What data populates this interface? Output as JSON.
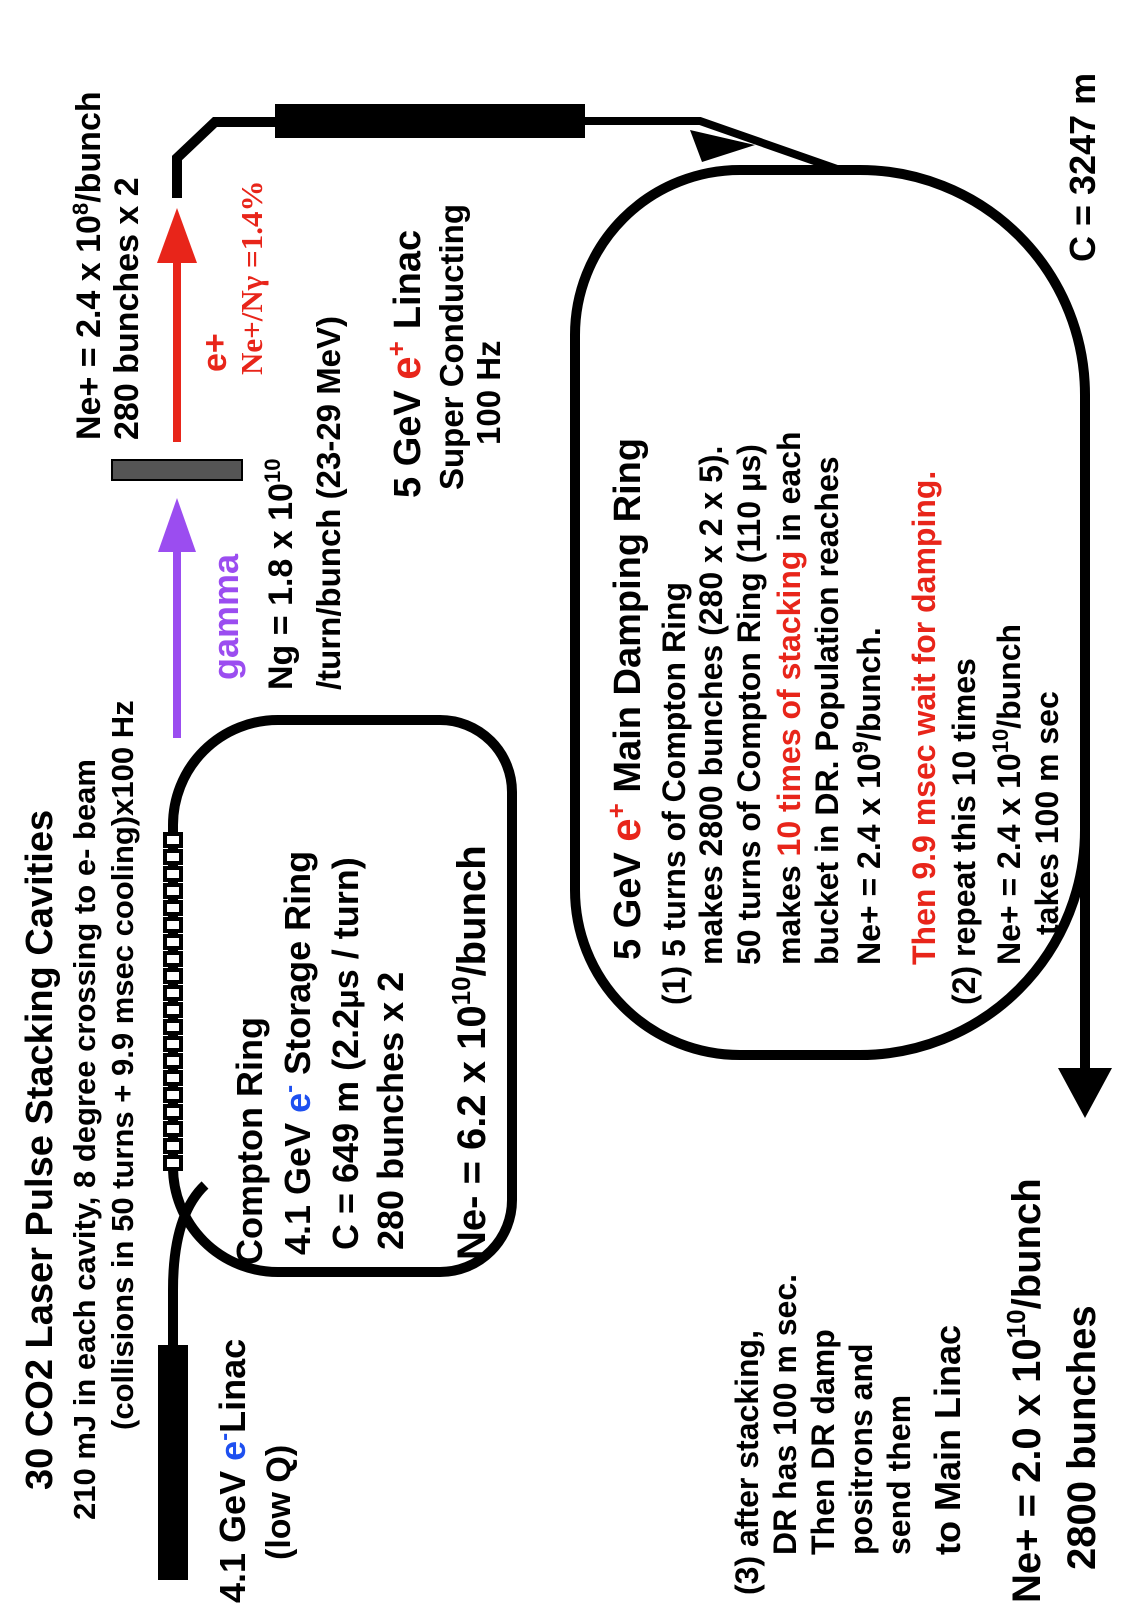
{
  "colors": {
    "black": "#000000",
    "electron_blue": "#1E50F0",
    "positron_red": "#E8251A",
    "gamma_purple": "#9B4DF0",
    "target_gray": "#555555"
  },
  "laser": {
    "title": "30 CO2 Laser Pulse Stacking Cavities",
    "line1": "210 mJ in each cavity, 8 degree crossing to e- beam",
    "line2": "(collisions in 50 turns + 9.9 msec cooling)x100 Hz"
  },
  "e_linac": {
    "prefix": "4.1 GeV ",
    "particle": "e",
    "sign": "-",
    "suffix": "Linac",
    "note": "(low Q)"
  },
  "compton_ring": {
    "title": "Compton Ring",
    "line1_prefix": "4.1 GeV ",
    "line1_particle": "e",
    "line1_sign": "-",
    "line1_suffix": " Storage Ring",
    "circumference_a": "C = 649 m (2.2",
    "circumference_mu": "μ",
    "circumference_b": "s / turn)",
    "bunches": "280 bunches x 2",
    "ne_prefix": "Ne- = 6.2 x 10",
    "ne_exp": "10",
    "ne_suffix": "/bunch"
  },
  "gamma": {
    "label": "gamma",
    "ng_prefix": "Ng = 1.8 x 10",
    "ng_exp": "10",
    "per_turn": "/turn/bunch (23-29 MeV)"
  },
  "positron_yield": {
    "label": "e+",
    "ratio": "Ne+/Nγ =1.4%",
    "ne_prefix": "Ne+  = 2.4 x 10",
    "ne_exp": "8",
    "ne_suffix": "/bunch",
    "bunches": "280 bunches x 2"
  },
  "sc_linac": {
    "prefix": "5 GeV ",
    "particle": "e",
    "sign": "+",
    "suffix": "Linac",
    "type": "Super Conducting",
    "rate": "100 Hz"
  },
  "damping_ring": {
    "title_prefix": "5 GeV  ",
    "title_particle": "e",
    "title_sign": "+",
    "title_suffix": "  Main Damping Ring",
    "step1": "(1) 5 turns of Compton Ring",
    "step1_l2": "makes 2800 bunches (280 x 2 x 5).",
    "step1_l3a": "50 turns of Compton Ring (110 ",
    "step1_l3mu": "μ",
    "step1_l3b": "s)",
    "step1_l4a": "makes ",
    "step1_l4red": "10 times of stacking",
    "step1_l4b": " in each",
    "step1_l5": "bucket in DR.  Population reaches",
    "step1_l6a": "Ne+ = 2.4 x 10",
    "step1_l6exp": "9",
    "step1_l6b": "/bunch.",
    "step1_l7": "Then 9.9 msec wait for damping.",
    "step2": "(2) repeat this 10 times",
    "step2_l2a": "Ne+ = 2.4 x 10",
    "step2_l2exp": "10",
    "step2_l2b": "/bunch",
    "step2_l3": "takes 100 m sec",
    "circumference": "C = 3247 m"
  },
  "step3": {
    "l1": "(3) after stacking,",
    "l2": "DR has 100 m sec.",
    "l3": "Then DR damp",
    "l4": "positrons and",
    "l5": "send them",
    "l6": "to Main Linac"
  },
  "output": {
    "ne_prefix": "Ne+  = 2.0 x 10",
    "ne_exp": "10",
    "ne_suffix": "/bunch",
    "bunches": "2800 bunches"
  }
}
